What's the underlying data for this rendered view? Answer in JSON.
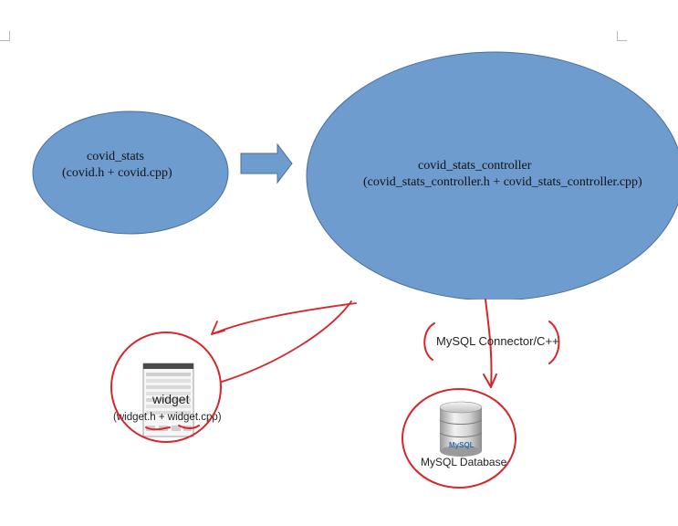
{
  "nodes": {
    "covid_stats": {
      "name": "covid_stats",
      "files": "(covid.h + covid.cpp)"
    },
    "controller": {
      "name": "covid_stats_controller",
      "files": "(covid_stats_controller.h + covid_stats_controller.cpp)"
    },
    "widget": {
      "name": "widget",
      "files": "(widget.h + widget.cpp)"
    },
    "database": {
      "name": "MySQL Database",
      "logo": "MySQL"
    }
  },
  "connector": {
    "label": "MySQL Connector/C++"
  },
  "colors": {
    "ellipse_fill": "#6e9ccf",
    "ellipse_stroke": "#4a6f9c",
    "annotation_red": "#d8252c",
    "arrow_fill": "#6e9ccf"
  },
  "icons": {
    "arrow": "right-block-arrow",
    "widget": "window-mockup-icon",
    "database": "database-cylinder-icon"
  }
}
